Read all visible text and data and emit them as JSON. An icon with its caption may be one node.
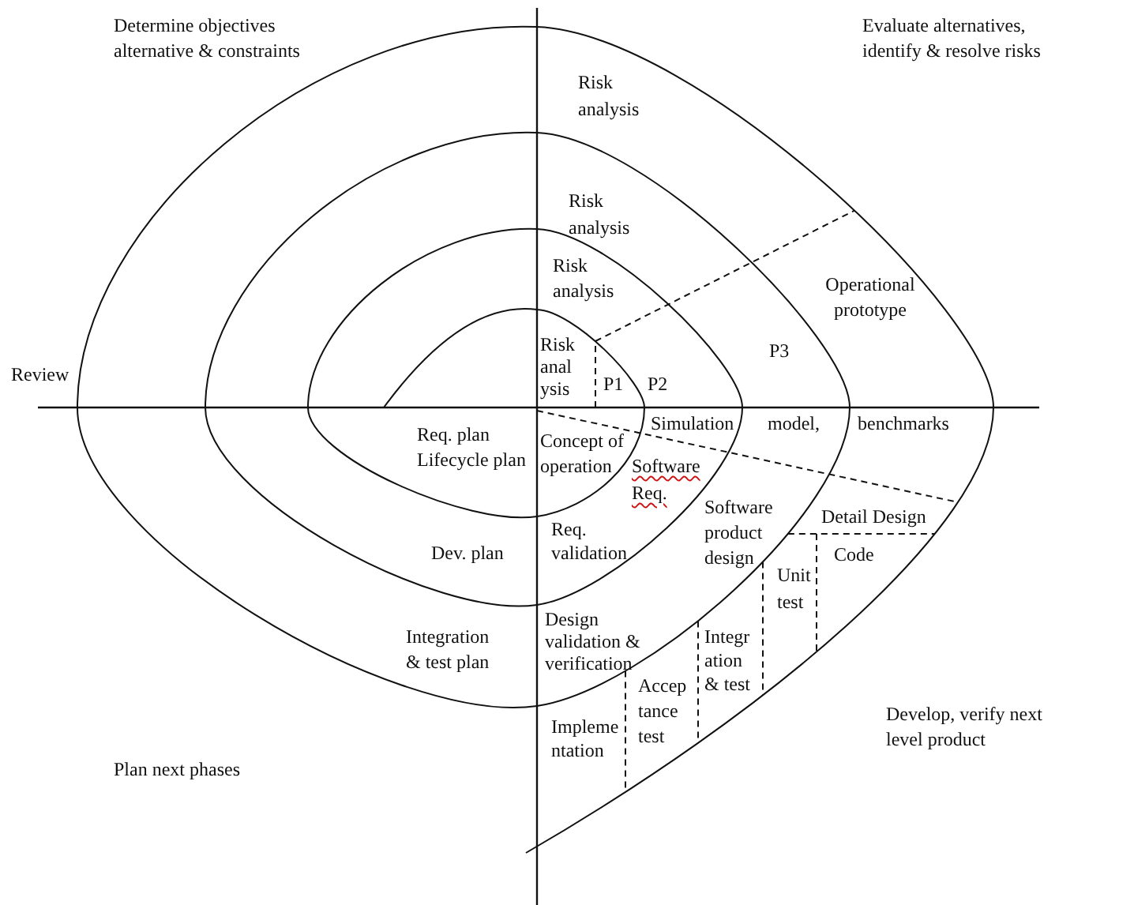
{
  "diagram": {
    "labels": [
      "Determine objectives alternative & constraints",
      "Evaluate alternatives, identify & resolve risks",
      "Risk analysis",
      "Risk analysis",
      "Risk analysis",
      "Operational prototype",
      "Risk anal ysis",
      "P3",
      "Review",
      "P1",
      "P2",
      "Simulation",
      "model,",
      "benchmarks",
      "Req. plan Lifecycle plan",
      "Concept of operation",
      "Software Req.",
      "Software product design",
      "Detail Design",
      "Req. validation",
      "Dev. plan",
      "Code",
      "Unit test",
      "Integration & test plan",
      "Design validation & verification",
      "Integr ation & test",
      "Accep tance test",
      "Impleme ntation",
      "Develop, verify next level product",
      "Plan next phases"
    ]
  }
}
